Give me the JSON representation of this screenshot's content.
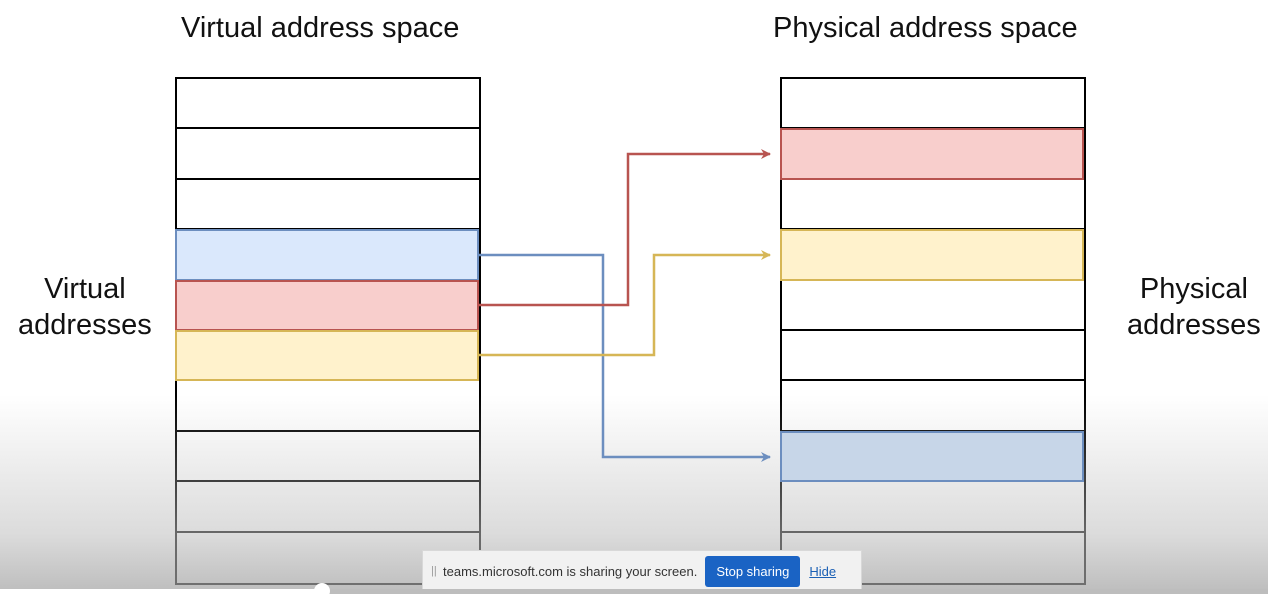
{
  "diagram": {
    "virtual_title": "Virtual address space",
    "physical_title": "Physical address space",
    "virtual_label": [
      "Virtual",
      "addresses"
    ],
    "physical_label": [
      "Physical",
      "addresses"
    ],
    "virtual_cells": 10,
    "physical_cells": 10,
    "mappings": [
      {
        "color_name": "blue",
        "fill": "#dae8fc",
        "target_fill": "#c7d6e8",
        "stroke": "#6c8ebf",
        "virtual_row": 3,
        "physical_row": 7
      },
      {
        "color_name": "red",
        "fill": "#f8cecc",
        "target_fill": "#f8cecc",
        "stroke": "#b85450",
        "virtual_row": 4,
        "physical_row": 1
      },
      {
        "color_name": "yellow",
        "fill": "#fff2cc",
        "target_fill": "#fff2cc",
        "stroke": "#d6b656",
        "virtual_row": 5,
        "physical_row": 3
      }
    ]
  },
  "share_bar": {
    "grip_icon": "drag-handle-icon",
    "message": "teams.microsoft.com is sharing your screen.",
    "stop_label": "Stop sharing",
    "hide_label": "Hide"
  },
  "video": {
    "progress_fraction": 0.254
  }
}
